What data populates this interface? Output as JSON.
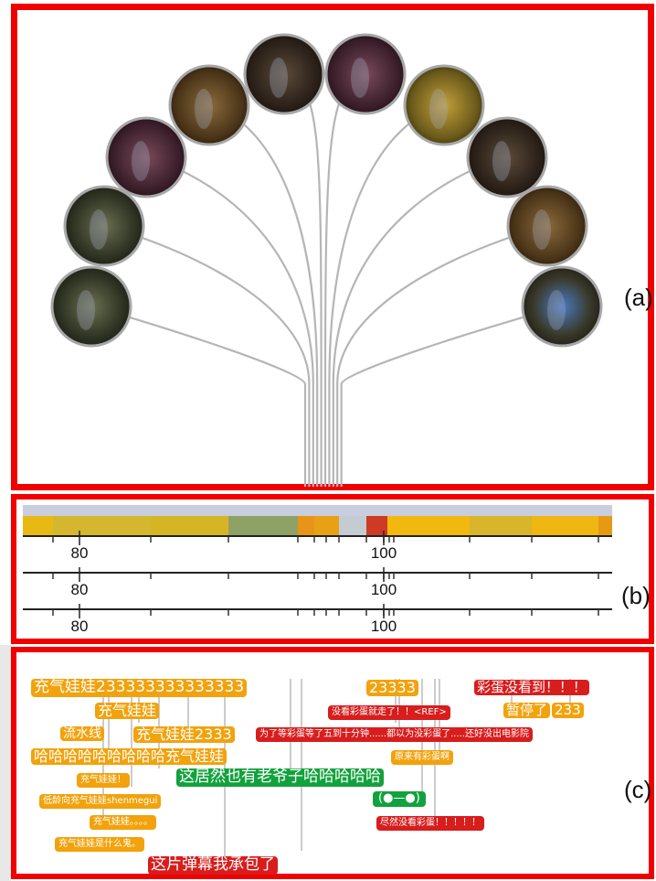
{
  "colors": {
    "frame": "#f20000",
    "stem": "#b5b5b5",
    "orange": "#f2a20c",
    "red": "#d81d1d",
    "green": "#12a23d"
  },
  "panels": {
    "a": {
      "label": "(a)"
    },
    "b": {
      "label": "(b)"
    },
    "c": {
      "label": "(c)"
    }
  },
  "timeline": {
    "tick_labels": [
      "80",
      "100"
    ],
    "color_segments": [
      {
        "color": "#e8b913"
      },
      {
        "color": "#d4b72e"
      },
      {
        "color": "#d6b525"
      },
      {
        "color": "#8fa266"
      },
      {
        "color": "#e89418"
      },
      {
        "color": "#e8a015"
      },
      {
        "color": "#c5cbd3"
      },
      {
        "color": "#cf3a24"
      },
      {
        "color": "#f2b80f"
      },
      {
        "color": "#d8b52a"
      },
      {
        "color": "#f0b712"
      },
      {
        "color": "#e69a14"
      }
    ]
  },
  "danmaku": [
    {
      "text": "充气娃娃233333333333333",
      "color": "orange"
    },
    {
      "text": "充气娃娃",
      "color": "orange"
    },
    {
      "text": "流水线",
      "color": "orange"
    },
    {
      "text": "充气娃娃2333",
      "color": "orange"
    },
    {
      "text": "哈哈哈哈哈哈哈哈哈充气娃娃",
      "color": "orange"
    },
    {
      "text": "充气娃娃！",
      "color": "orange"
    },
    {
      "text": "低龄向充气娃娃shenmegui",
      "color": "orange"
    },
    {
      "text": "充气娃娃。。。。",
      "color": "orange"
    },
    {
      "text": "充气娃娃是什么鬼。",
      "color": "orange"
    },
    {
      "text": "这片弹幕我承包了",
      "color": "red"
    },
    {
      "text": "这居然也有老爷子哈哈哈哈哈",
      "color": "green"
    },
    {
      "text": "(●—●)",
      "color": "green"
    },
    {
      "text": "23333",
      "color": "orange"
    },
    {
      "text": "没看彩蛋就走了！！<REF>",
      "color": "red"
    },
    {
      "text": "为了等彩蛋等了五到十分钟......都以为没彩蛋了.....还好没出电影院",
      "color": "red"
    },
    {
      "text": "原来有彩蛋啊",
      "color": "orange"
    },
    {
      "text": "尽然没看彩蛋！！！！！",
      "color": "red"
    },
    {
      "text": "彩蛋没看到！！！",
      "color": "red"
    },
    {
      "text": "暂停了",
      "color": "orange"
    },
    {
      "text": "233",
      "color": "orange"
    }
  ]
}
